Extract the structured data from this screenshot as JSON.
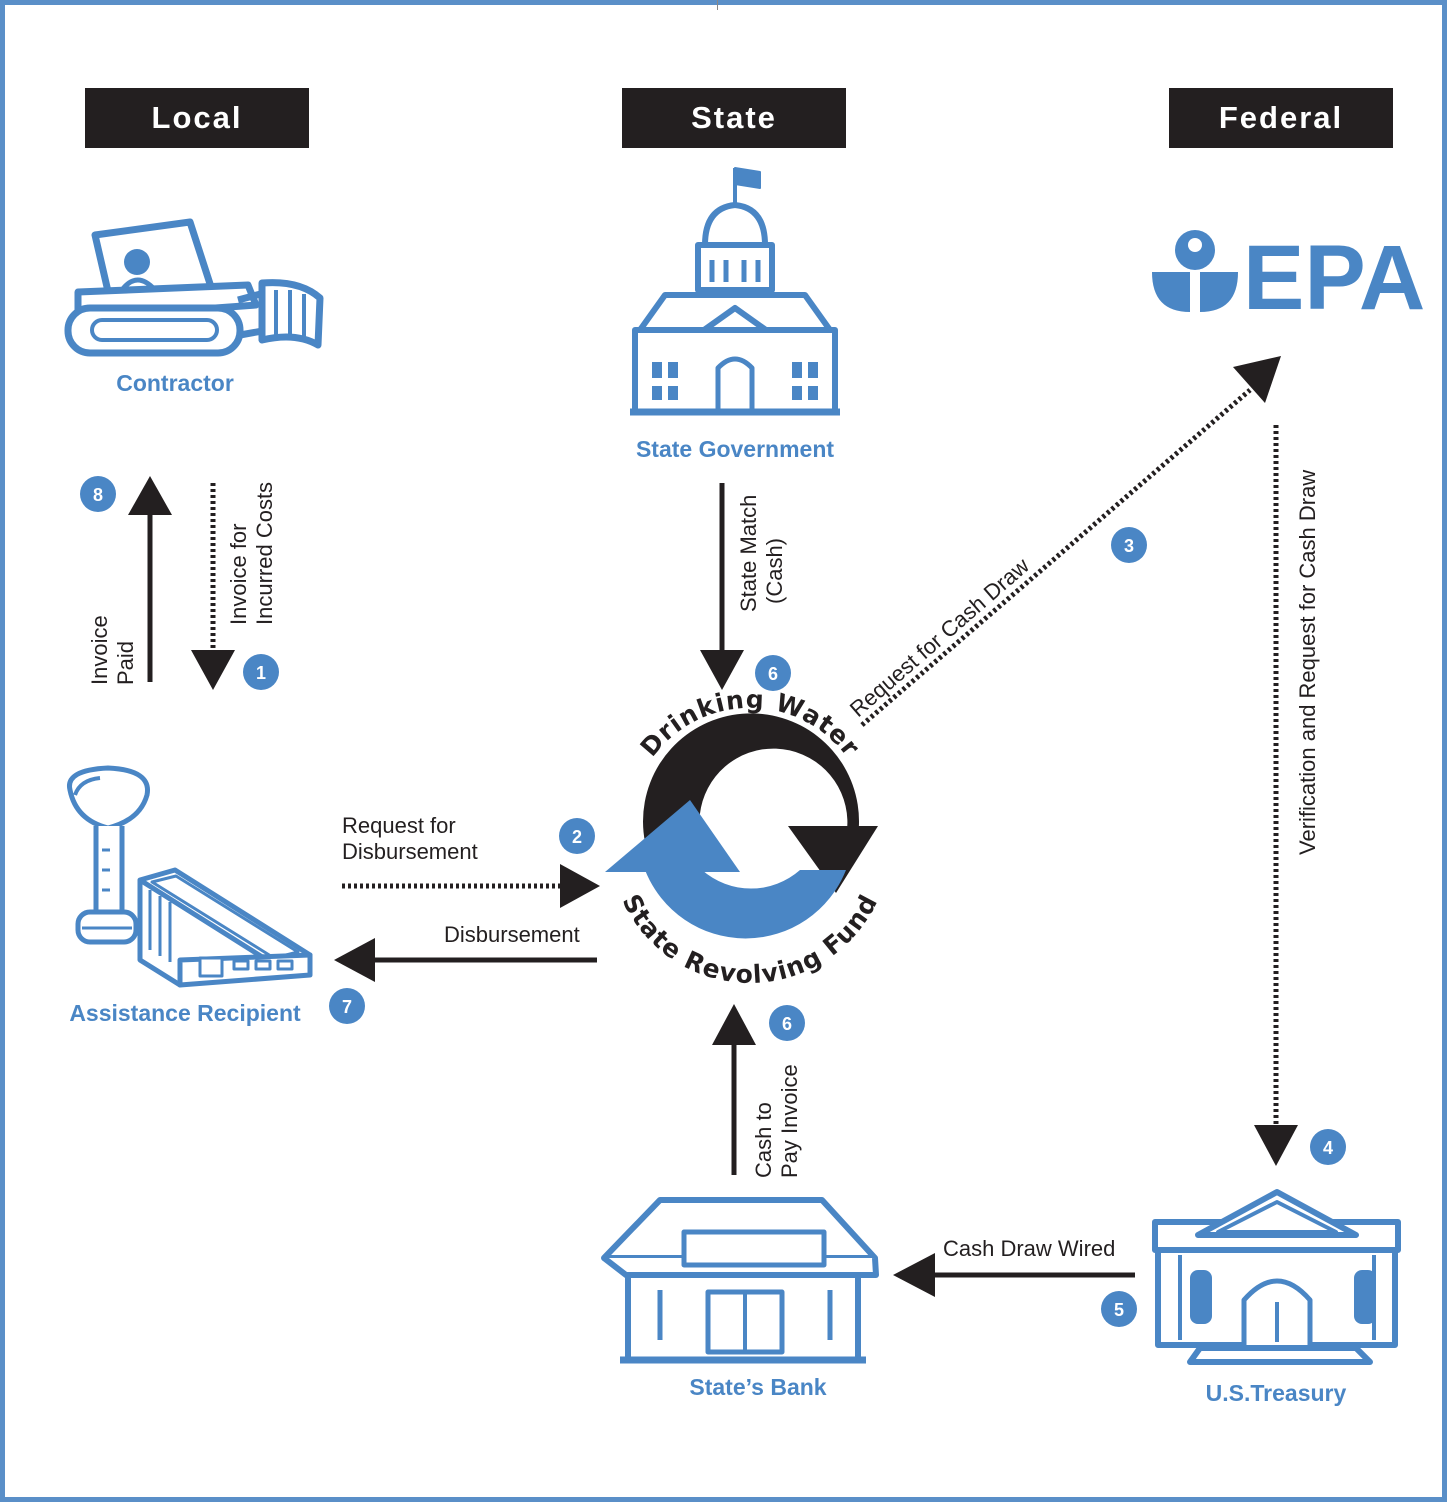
{
  "levels": {
    "local": "Local",
    "state": "State",
    "federal": "Federal"
  },
  "entities": {
    "contractor": "Contractor",
    "state_government": "State Government",
    "epa": "EPA",
    "assistance_recipient": "Assistance Recipient",
    "states_bank": "State’s Bank",
    "us_treasury": "U.S.Treasury"
  },
  "fund": {
    "top_arc": "Drinking Water",
    "bottom_arc": "State Revolving Fund"
  },
  "flows": {
    "invoice_costs": [
      "Invoice for",
      "Incurred Costs"
    ],
    "invoice_paid": [
      "Invoice",
      "Paid"
    ],
    "state_match": [
      "State Match",
      "(Cash)"
    ],
    "request_cash_draw": "Request for Cash Draw",
    "verification": "Verification and Request for Cash Draw",
    "request_disbursement": [
      "Request for",
      "Disbursement"
    ],
    "disbursement": "Disbursement",
    "cash_to_pay": [
      "Cash to",
      "Pay Invoice"
    ],
    "cash_draw_wired": "Cash Draw Wired"
  },
  "steps": {
    "s1": "1",
    "s2": "2",
    "s3": "3",
    "s4": "4",
    "s5": "5",
    "s6a": "6",
    "s6b": "6",
    "s7": "7",
    "s8": "8"
  },
  "colors": {
    "accent_blue": "#4a86c5",
    "ink": "#231f20",
    "frame": "#5a8fc8"
  }
}
